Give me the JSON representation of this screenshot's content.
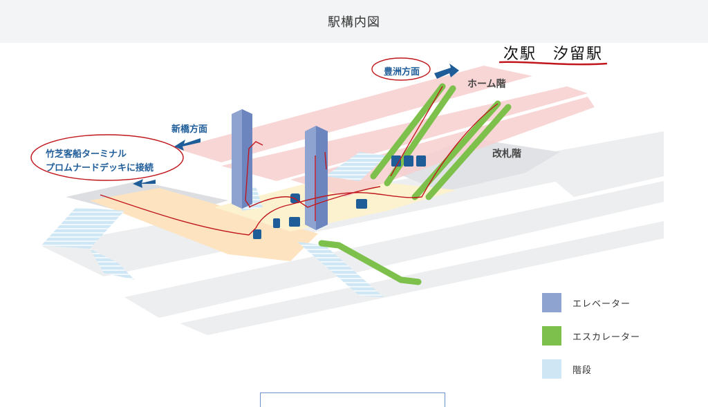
{
  "header": {
    "title": "駅構内図"
  },
  "map": {
    "directions": {
      "toyosu": "豊洲方面",
      "shimbashi": "新橋方面",
      "takeshiba_line1": "竹芝客船ターミナル",
      "takeshiba_line2": "プロムナードデッキに接続"
    },
    "floors": {
      "platform": "ホーム階",
      "gate": "改札階"
    }
  },
  "legend": {
    "items": [
      {
        "label": "エレベーター",
        "color": "#8fa3d1"
      },
      {
        "label": "エスカレーター",
        "color": "#7dc04b"
      },
      {
        "label": "階段",
        "color": "#cfe6f5"
      }
    ]
  },
  "annotation": {
    "next_station": "次駅　汐留駅",
    "ink_color": "#c0161c"
  },
  "colors": {
    "platform_pink": "#f8cfcf",
    "concourse_orange": "#fde3c0",
    "concourse_yellow": "#fdf2cf",
    "structure_gray": "#eceef0",
    "arrow_blue": "#1f5d99"
  }
}
